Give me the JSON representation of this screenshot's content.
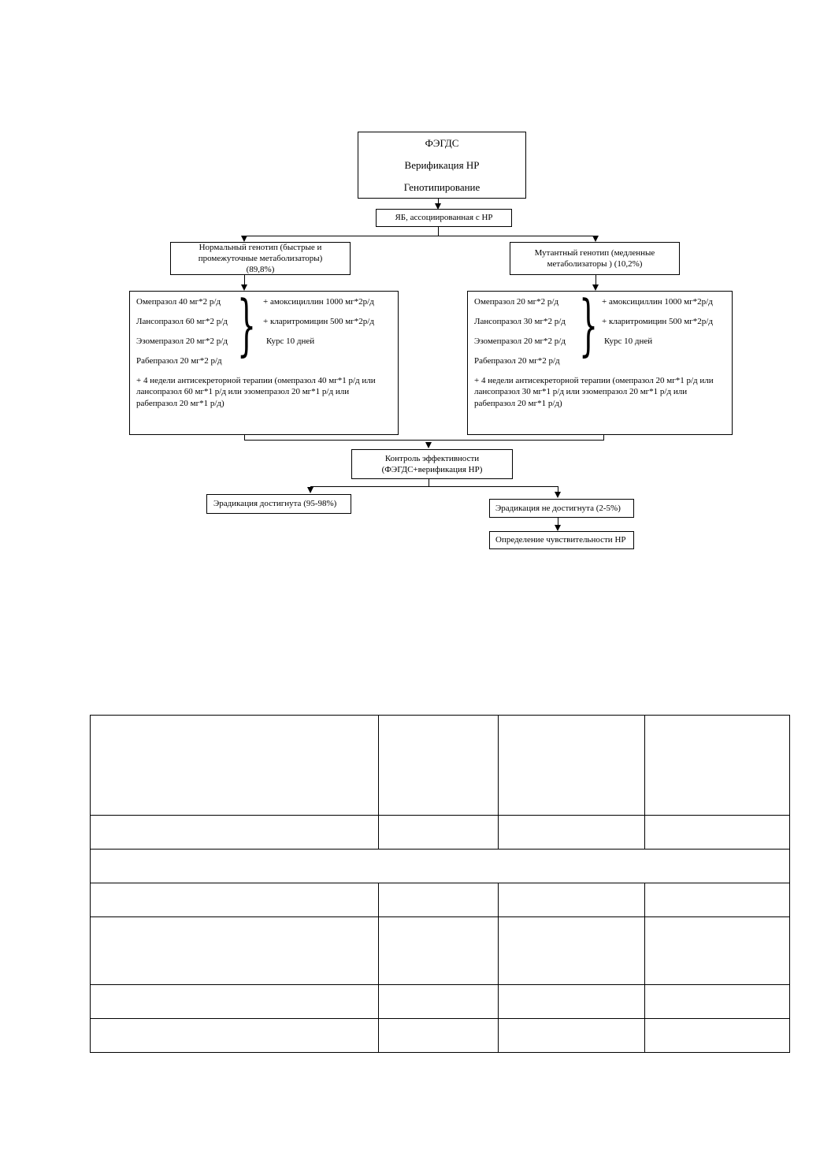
{
  "flow": {
    "top": {
      "line1": "ФЭГДС",
      "line2": "Верификация НР",
      "line3": "Генотипирование"
    },
    "yab": "ЯБ, ассоциированная с НР",
    "normal": {
      "title": "Нормальный генотип (быстрые и промежуточные метаболизаторы) (89,8%)"
    },
    "mutant": {
      "title": "Мутантный генотип (медленные метаболизаторы ) (10,2%)"
    },
    "normal_therapy": {
      "drugs": [
        "Омепразол 40 мг*2 р/д",
        "Лансопразол 60 мг*2 р/д",
        "Эзомепразол 20 мг*2 р/д",
        "Рабепразол 20 мг*2 р/д"
      ],
      "adds": [
        "+ амоксициллин 1000 мг*2р/д",
        "+ кларитромицин 500 мг*2р/д",
        "Курс 10 дней"
      ],
      "extra": "+ 4 недели антисекреторной терапии (омепразол 40 мг*1 р/д или лансопразол 60 мг*1 р/д или эзомепразол 20 мг*1 р/д или рабепразол 20 мг*1 р/д)"
    },
    "mutant_therapy": {
      "drugs": [
        "Омепразол 20 мг*2 р/д",
        "Лансопразол 30 мг*2 р/д",
        "Эзомепразол 20 мг*2 р/д",
        "Рабепразол 20 мг*2 р/д"
      ],
      "adds": [
        "+ амоксициллин 1000 мг*2р/д",
        "+ кларитромицин 500 мг*2р/д",
        "Курс 10 дней"
      ],
      "extra": "+ 4 недели антисекреторной терапии (омепразол 20 мг*1 р/д или лансопразол 30 мг*1 р/д или эзомепразол 20 мг*1 р/д или рабепразол 20 мг*1 р/д)"
    },
    "control": {
      "line1": "Контроль эффективности",
      "line2": "(ФЭГДС+верификация НР)"
    },
    "eradicated": "Эрадикация достигнута (95-98%)",
    "not_eradicated": "Эрадикация не достигнута (2-5%)",
    "sensitivity": "Определение чувствительности НР"
  }
}
